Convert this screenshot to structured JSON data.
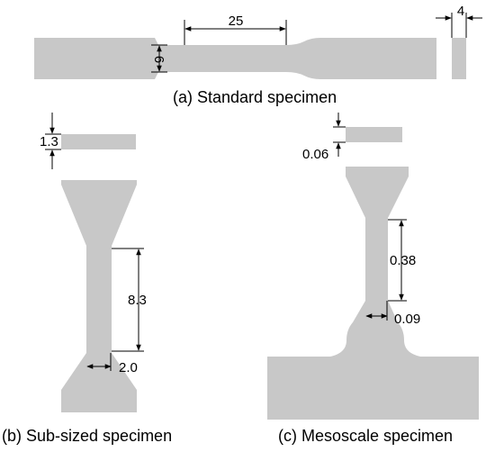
{
  "colors": {
    "specimen_fill": "#c8c8c8",
    "line": "#000000",
    "background": "#ffffff"
  },
  "captions": {
    "a": "(a) Standard specimen",
    "b": "(b) Sub-sized specimen",
    "c": "(c) Mesoscale specimen"
  },
  "dimensions": {
    "a_gauge_length": "25",
    "a_gauge_width": "6",
    "a_thickness": "4",
    "b_thickness": "1.3",
    "b_gauge_length": "8.3",
    "b_gauge_width": "2.0",
    "c_thickness": "0.06",
    "c_gauge_length": "0.38",
    "c_gauge_width": "0.09"
  }
}
